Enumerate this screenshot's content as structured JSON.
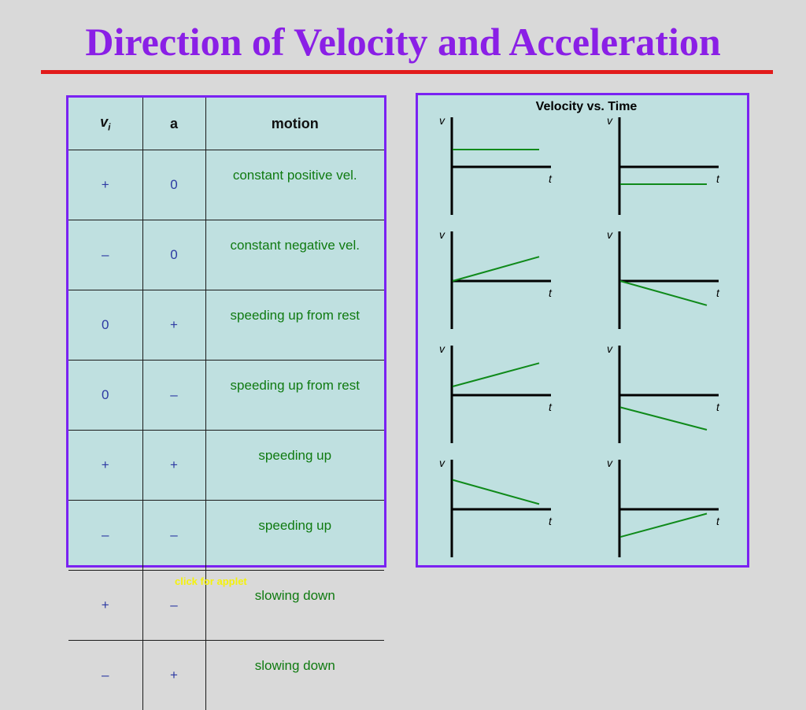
{
  "slide": {
    "title": "Direction of Velocity and Acceleration",
    "applet_link": "click for applet"
  },
  "table": {
    "headers": {
      "vi": "v",
      "vi_sub": "i",
      "a": "a",
      "motion": "motion"
    },
    "rows": [
      {
        "vi": "+",
        "a": "0",
        "motion": "constant positive vel."
      },
      {
        "vi": "–",
        "a": "0",
        "motion": "constant negative vel."
      },
      {
        "vi": "0",
        "a": "+",
        "motion": "speeding up from rest"
      },
      {
        "vi": "0",
        "a": "–",
        "motion": "speeding up from rest"
      },
      {
        "vi": "+",
        "a": "+",
        "motion": "speeding up"
      },
      {
        "vi": "–",
        "a": "–",
        "motion": "speeding up"
      },
      {
        "vi": "+",
        "a": "–",
        "motion": "slowing down"
      },
      {
        "vi": "–",
        "a": "+",
        "motion": "slowing down"
      }
    ]
  },
  "graphs": {
    "title": "Velocity vs. Time",
    "y_label": "v",
    "x_label": "t",
    "colors": {
      "axis": "#000000",
      "line": "#0f8a1a",
      "title": "#000000"
    },
    "rows": [
      [
        {
          "vi": "+",
          "a": "0",
          "v_start": 1,
          "v_end": 1
        },
        {
          "vi": "–",
          "a": "0",
          "v_start": -1,
          "v_end": -1
        }
      ],
      [
        {
          "vi": "0",
          "a": "+",
          "v_start": 0,
          "v_end": 1.4
        },
        {
          "vi": "0",
          "a": "–",
          "v_start": 0,
          "v_end": -1.4
        }
      ],
      [
        {
          "vi": "+",
          "a": "+",
          "v_start": 0.5,
          "v_end": 1.85
        },
        {
          "vi": "–",
          "a": "–",
          "v_start": -0.7,
          "v_end": -2.0
        }
      ],
      [
        {
          "vi": "+",
          "a": "–",
          "v_start": 1.7,
          "v_end": 0.3
        },
        {
          "vi": "–",
          "a": "+",
          "v_start": -1.6,
          "v_end": -0.25
        }
      ]
    ]
  }
}
